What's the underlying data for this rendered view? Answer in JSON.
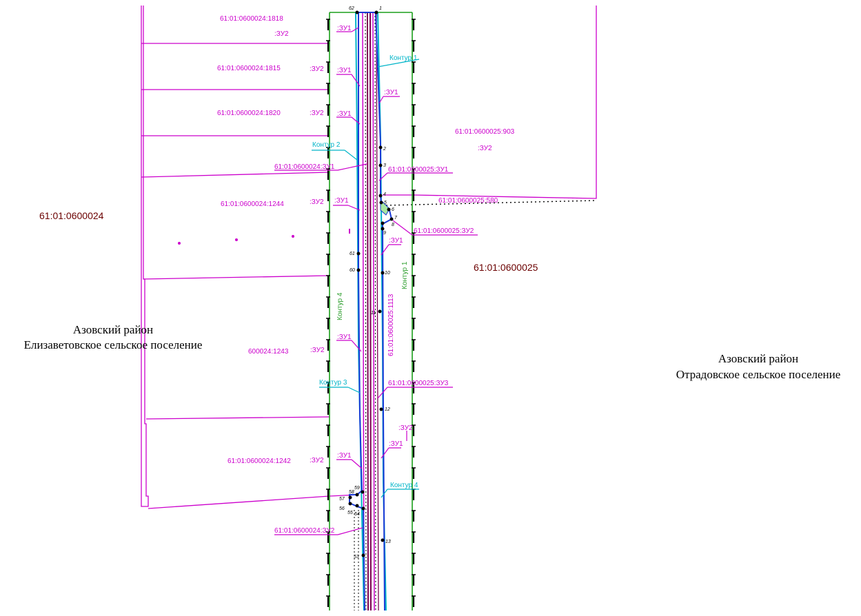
{
  "regions": {
    "left_quarter": "61:01:0600024",
    "right_quarter": "61:01:0600025"
  },
  "districts": {
    "left_line1": "Азовский район",
    "left_line2": "Елизаветовское сельское поселение",
    "right_line1": "Азовский район",
    "right_line2": "Отрадовское сельское поселение"
  },
  "parcels": {
    "p1818": "61:01:0600024:1818",
    "p1815": "61:01:0600024:1815",
    "p1820": "61:01:0600024:1820",
    "pzu1": "61:01:0600024:ЗУ1",
    "p1244": "61:01:0600024:1244",
    "p1243": "600024:1243",
    "p1242": "61:01:0600024:1242",
    "pzu2": "61:01:0600024:ЗУ2",
    "p903": "61:01:0600025:903",
    "p25zu1": "61:01:0600025:ЗУ1",
    "p580": "61:01:0600025:580",
    "p25zu2": "61:01:0600025:ЗУ2",
    "p25zu3": "61:01:0600025:ЗУ3",
    "p1113": "61:01:0600025:1113"
  },
  "tags": {
    "zu1": ":ЗУ1",
    "zu2": ":ЗУ2"
  },
  "contours": {
    "k1": "Контур 1",
    "k2": "Контур 2",
    "k3": "Контур 3",
    "k4": "Контур 4"
  },
  "points": {
    "p1": "1",
    "p2": "2",
    "p3": "3",
    "p4": "4",
    "p5": "5",
    "p6": "6",
    "p7": "7",
    "p8": "8",
    "p9": "9",
    "p10": "10",
    "p11": "11",
    "p12": "12",
    "p13": "13",
    "p53": "53",
    "p54": "54",
    "p55": "55",
    "p56": "56",
    "p57": "57",
    "p58": "58",
    "p59": "59",
    "p60": "60",
    "p61": "61",
    "p62": "62"
  },
  "colors": {
    "boundary": "#cc00cc",
    "contour": "#00b4c8",
    "zone": "#1a9e1a",
    "axis": "#7a0050",
    "parcel_outline": "#1a3ad6",
    "region_label": "#6b0000"
  }
}
